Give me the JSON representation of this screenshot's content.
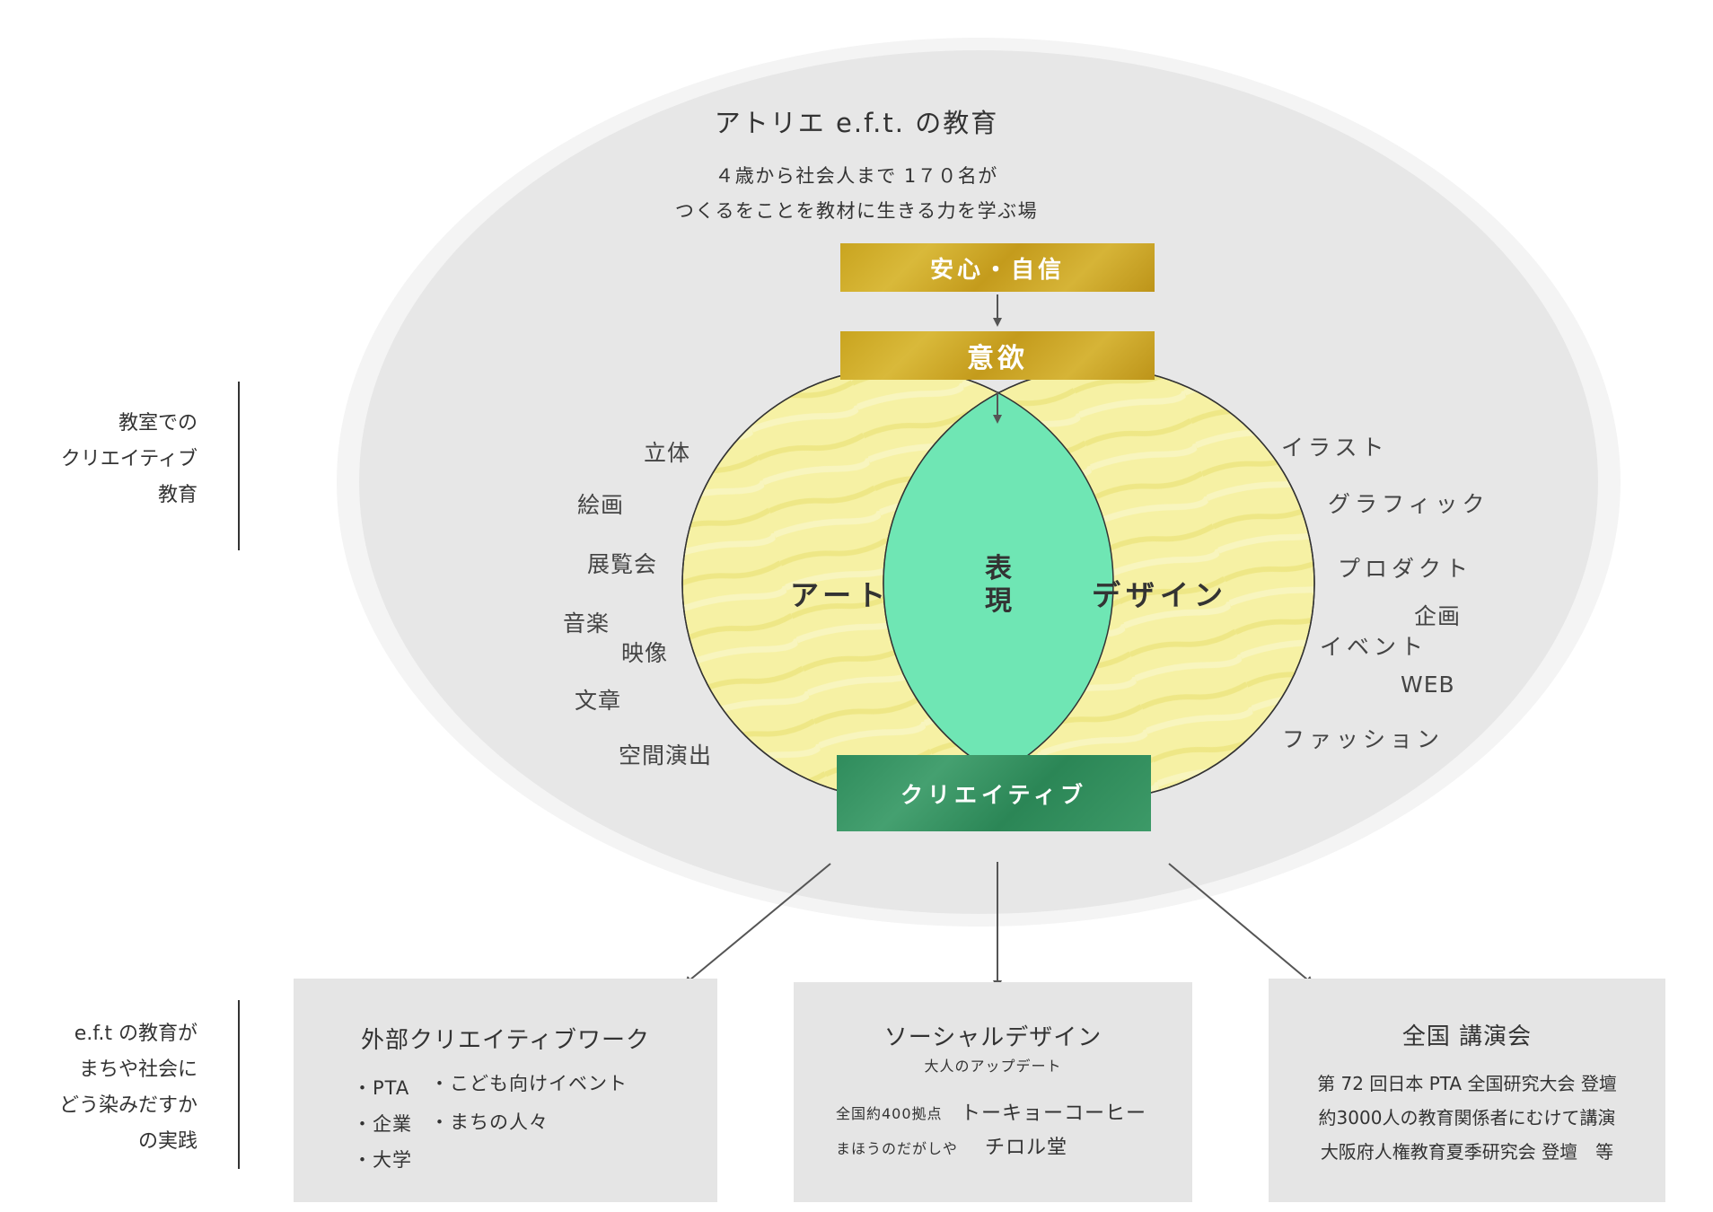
{
  "header": {
    "title": "アトリエ e.f.t. の教育",
    "subtitle_line1": "４歳から社会人まで 1７０名が",
    "subtitle_line2": "つくるをことを教材に生きる力を学ぶ場"
  },
  "flow": {
    "step1": "安心・自信",
    "step2": "意欲",
    "result": "クリエイティブ"
  },
  "venn": {
    "left": "アート",
    "right": "デザイン",
    "overlap_line1": "表",
    "overlap_line2": "現",
    "left_words": [
      "立体",
      "絵画",
      "展覧会",
      "音楽",
      "映像",
      "文章",
      "空間演出"
    ],
    "right_words": [
      "イラスト",
      "グラフィック",
      "プロダクト",
      "企画",
      "イベント",
      "WEB",
      "ファッション"
    ]
  },
  "colors": {
    "circle_fill": "#f7f2a6",
    "overlap_fill": "#6fe6b4",
    "gold": "#c9a41f",
    "green": "#2f8c5c"
  },
  "side_labels": {
    "top": [
      "教室での",
      "クリエイティブ",
      "教育"
    ],
    "bottom": [
      "e.f.t の教育が",
      "まちや社会に",
      "どう染みだすか",
      "の実践"
    ]
  },
  "boxes": {
    "external": {
      "title": "外部クリエイティブワーク",
      "items": [
        "・PTA",
        "・こども向けイベント",
        "・企業",
        "・まちの人々",
        "・大学"
      ]
    },
    "social": {
      "title": "ソーシャルデザイン",
      "subtitle": "大人のアップデート",
      "row1_small": "全国約400拠点",
      "row1_large": "トーキョーコーヒー",
      "row2_small": "まほうのだがしや",
      "row2_large": "チロル堂"
    },
    "lecture": {
      "title": "全国 講演会",
      "lines": [
        "第 72 回日本 PTA 全国研究大会 登壇",
        "約3000人の教育関係者にむけて講演",
        "大阪府人権教育夏季研究会 登壇　等"
      ]
    }
  }
}
